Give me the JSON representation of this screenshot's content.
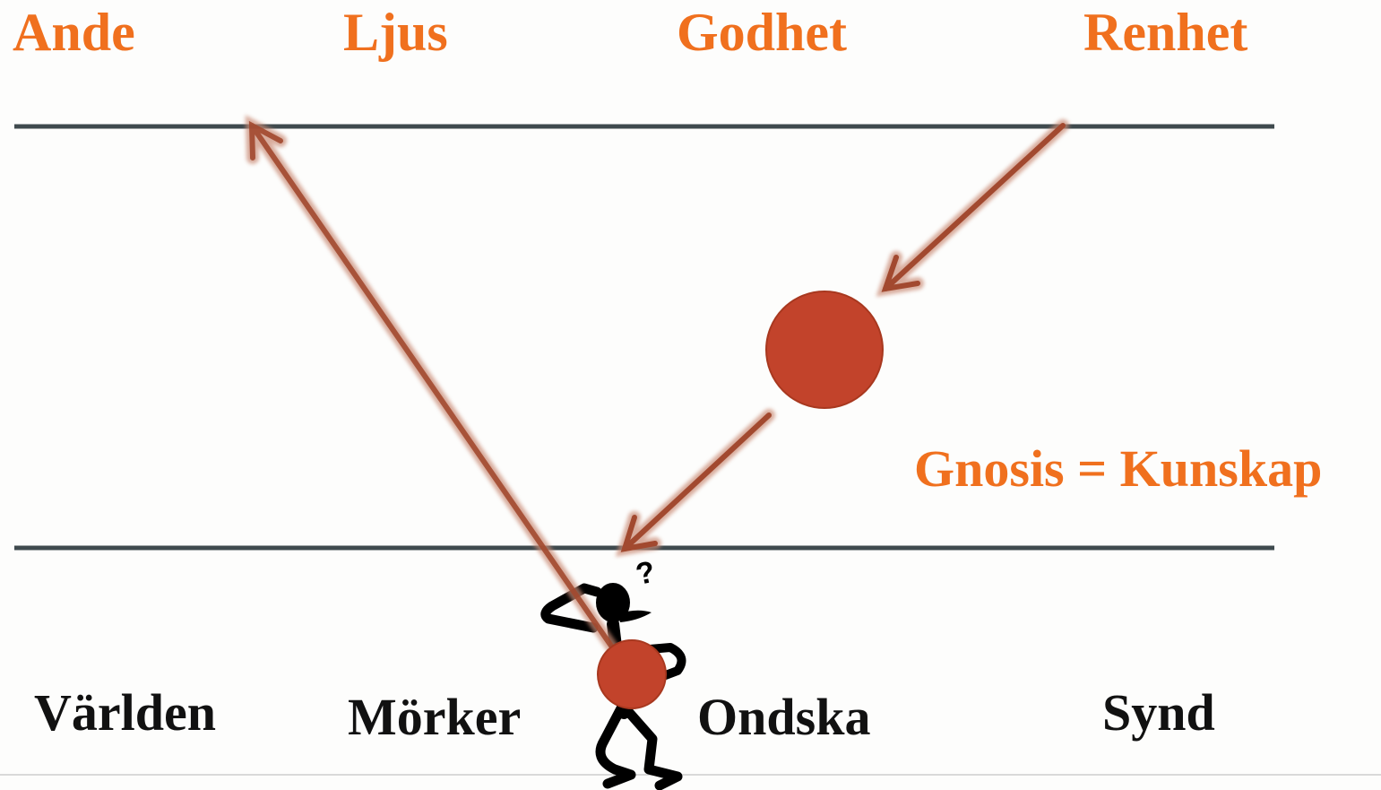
{
  "top_words": [
    "Ande",
    "Ljus",
    "Godhet",
    "Renhet"
  ],
  "bottom_words": [
    "Världen",
    "Mörker",
    "Ondska",
    "Synd"
  ],
  "gnosis_label": "Gnosis = Kunskap",
  "figure_glyph": "?",
  "colors": {
    "orange_text": "#f0701e",
    "black_text": "#111111",
    "line": "#3f4a4e",
    "arrow": "#a2492f",
    "ball": "#c2432b"
  }
}
